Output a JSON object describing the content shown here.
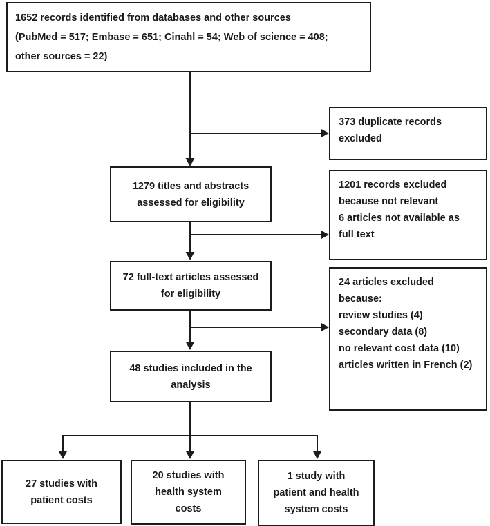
{
  "diagram": {
    "colors": {
      "border": "#1c1c1c",
      "text": "#1a1a1a",
      "background": "#ffffff"
    },
    "boxes": {
      "identified": "1652 records identified from databases and other sources\n(PubMed = 517; Embase = 651; Cinahl = 54; Web of science = 408;\nother sources = 22)",
      "duplicates_excluded": "373 duplicate records\nexcluded",
      "titles_abstracts": "1279 titles and abstracts\nassessed for eligibility",
      "records_excluded": "1201 records excluded\nbecause not relevant\n6 articles not available as\nfull text",
      "fulltext_assessed": "72 full-text articles assessed\nfor eligibility",
      "articles_excluded": "24 articles excluded\nbecause:\nreview studies (4)\nsecondary data (8)\nno relevant cost data (10)\narticles written in French (2)",
      "studies_included": "48 studies included in the\nanalysis",
      "patient_costs": "27 studies with\npatient costs",
      "health_system_costs": "20 studies with\nhealth system\ncosts",
      "patient_and_health_costs": "1 study with\npatient and health\nsystem costs"
    }
  }
}
